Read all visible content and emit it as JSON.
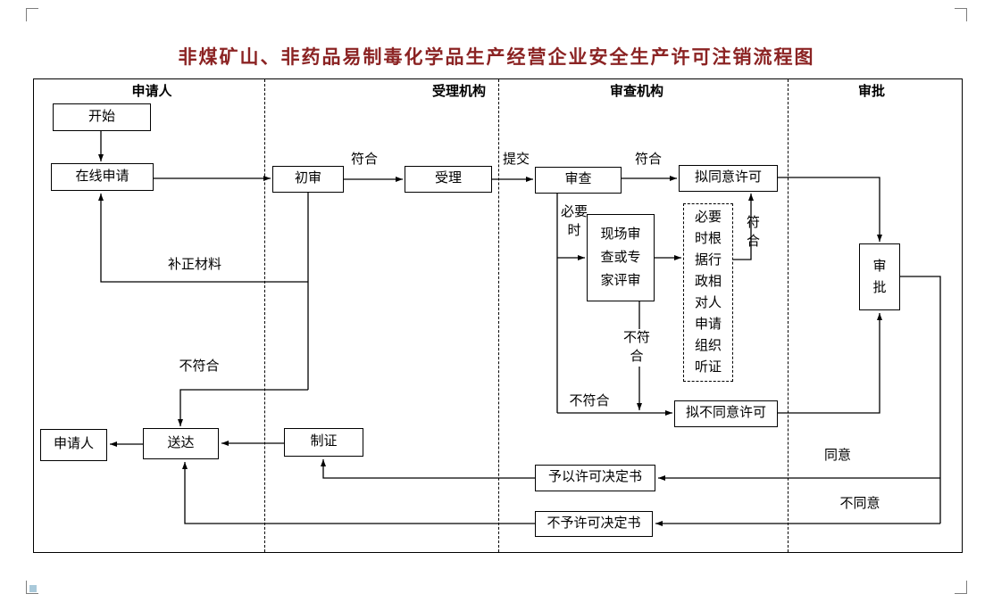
{
  "page": {
    "title": "非煤矿山、非药品易制毒化学品生产经营企业安全生产许可注销流程图"
  },
  "colors": {
    "title_text": "#8B2323",
    "diagram_lines": "#000000",
    "page_background": "#FFFFFF"
  },
  "lanes": [
    {
      "label": "申请人"
    },
    {
      "label": "受理机构"
    },
    {
      "label": "审查机构"
    },
    {
      "label": "审批"
    }
  ],
  "nodes": {
    "start": "开始",
    "online_apply": "在线申请",
    "initial_review": "初审",
    "accept": "受理",
    "review": "审查",
    "propose_approve": "拟同意许可",
    "onsite_review": "现场审查或专家评审",
    "hearing": "必要时根据行政相对人申请组织听证",
    "approval": "审批",
    "propose_deny": "拟不同意许可",
    "applicant": "申请人",
    "deliver": "送达",
    "make_cert": "制证",
    "grant_decision": "予以许可决定书",
    "deny_decision": "不予许可决定书"
  },
  "edge_labels": {
    "conform_1": "符合",
    "submit": "提交",
    "conform_2": "符合",
    "conform_3": "符合",
    "when_necessary": "必要时",
    "supplement_materials": "补正材料",
    "not_conform_1": "不符合",
    "not_conform_2": "不符合",
    "not_conform_3": "不符合",
    "agree": "同意",
    "disagree": "不同意"
  }
}
